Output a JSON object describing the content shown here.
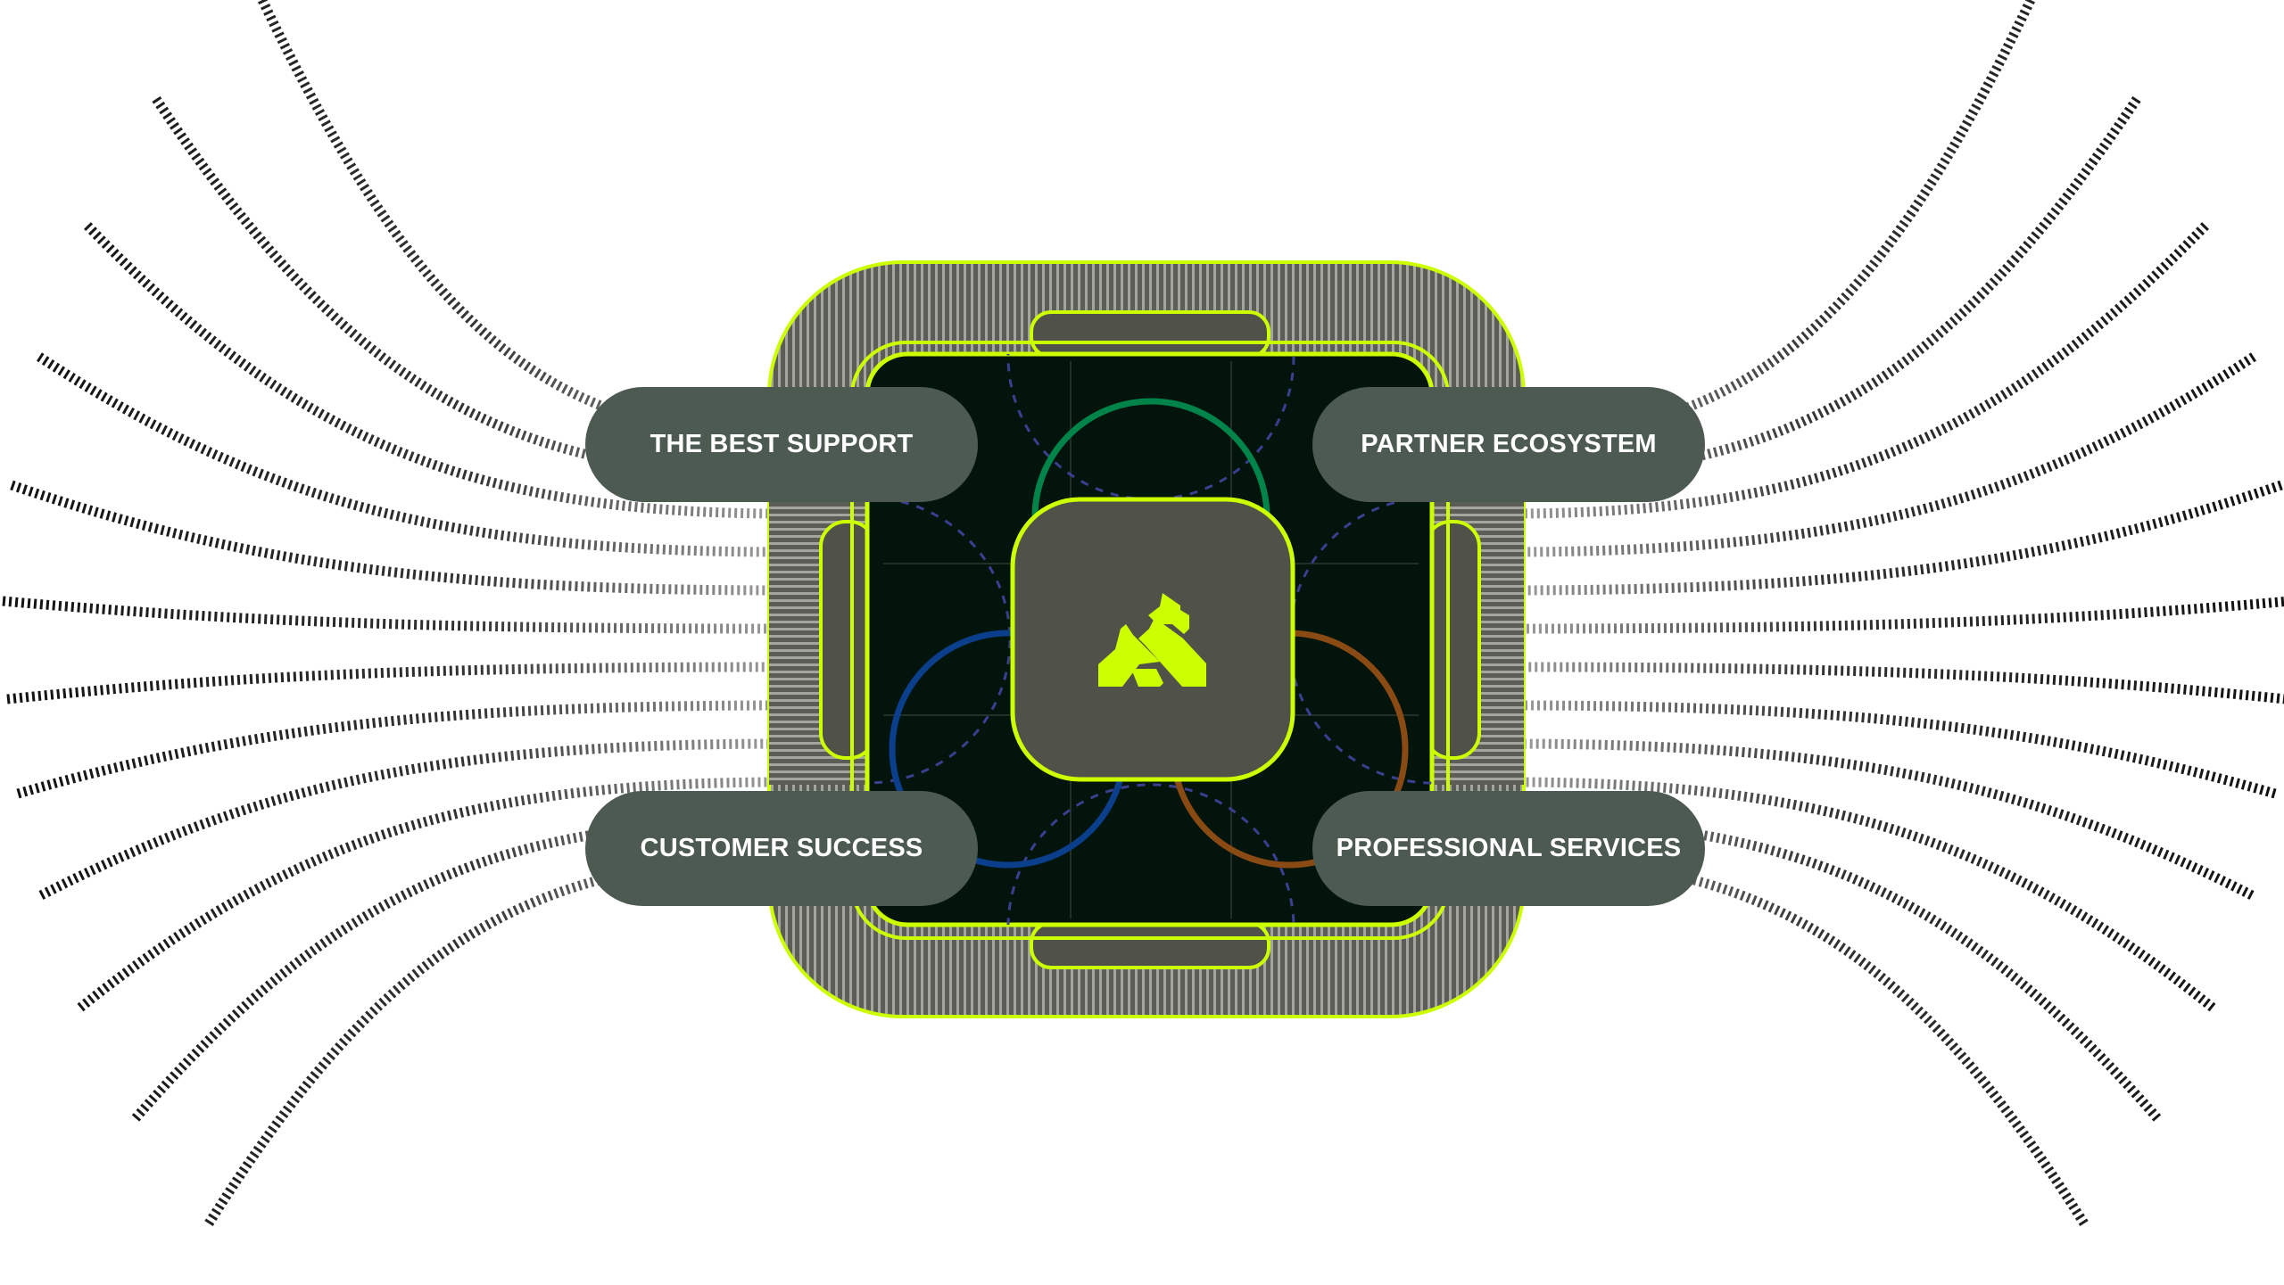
{
  "labels": {
    "top_left": "THE BEST SUPPORT",
    "top_right": "PARTNER ECOSYSTEM",
    "bottom_left": "CUSTOMER SUCCESS",
    "bottom_right": "PROFESSIONAL SERVICES"
  },
  "center_logo": "gorilla-logo-icon",
  "colors": {
    "accent": "#ccff00",
    "pill": "#4d5a52",
    "inner_bg": "#02140b",
    "center_box": "#50524a",
    "circle_green": "#00844a",
    "circle_blue": "#0b3f8c",
    "circle_orange": "#8a4a14",
    "dashed_circle": "#3a3f8f"
  }
}
